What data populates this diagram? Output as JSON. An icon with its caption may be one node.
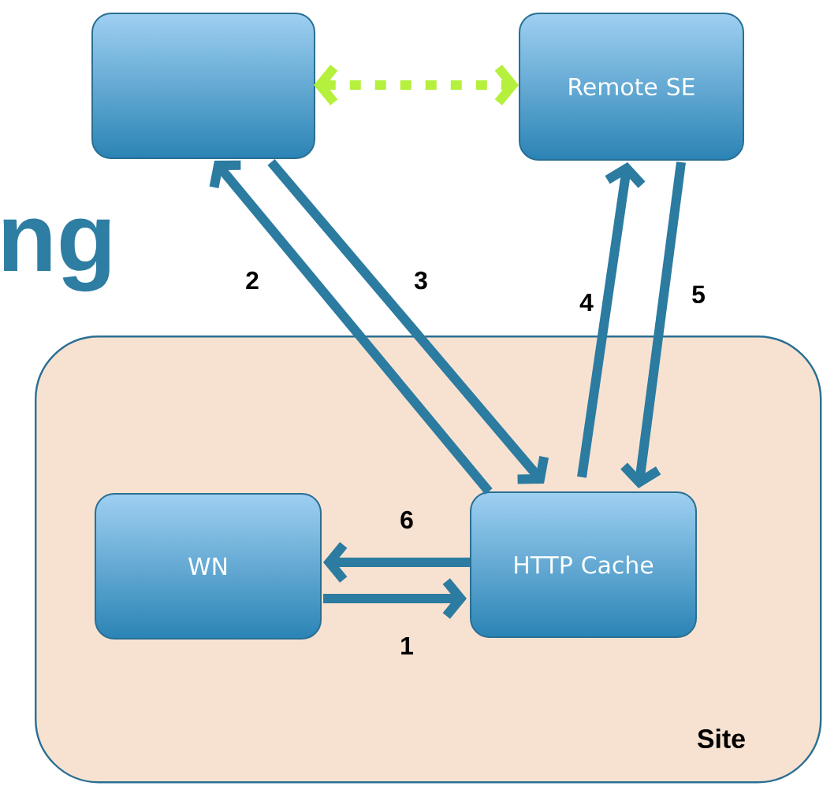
{
  "diagram": {
    "nodes": [
      {
        "text": [],
        "shape": "box"
      },
      {
        "text": [
          "Remote SE"
        ]
      },
      {
        "text": [
          "Site"
        ]
      },
      {
        "text": [
          "WN"
        ],
        "in": 2
      },
      {
        "text": [
          "HTTP Cache"
        ],
        "in": 2
      }
    ],
    "edges": [
      {
        "from": 0,
        "to": 1,
        "arrow": "both",
        "style": "dashed",
        "color": "#b5f03c"
      },
      {
        "from": 4,
        "to": 0,
        "arrow": "to",
        "label": "2"
      },
      {
        "from": 0,
        "to": 4,
        "arrow": "to",
        "label": "3"
      },
      {
        "from": 4,
        "to": 1,
        "arrow": "to",
        "label": "4"
      },
      {
        "from": 1,
        "to": 4,
        "arrow": "to",
        "label": "5"
      },
      {
        "from": 4,
        "to": 3,
        "arrow": "to",
        "label": "6"
      },
      {
        "from": 3,
        "to": 4,
        "arrow": "to",
        "label": "1"
      }
    ],
    "labels": [
      "ng"
    ]
  }
}
